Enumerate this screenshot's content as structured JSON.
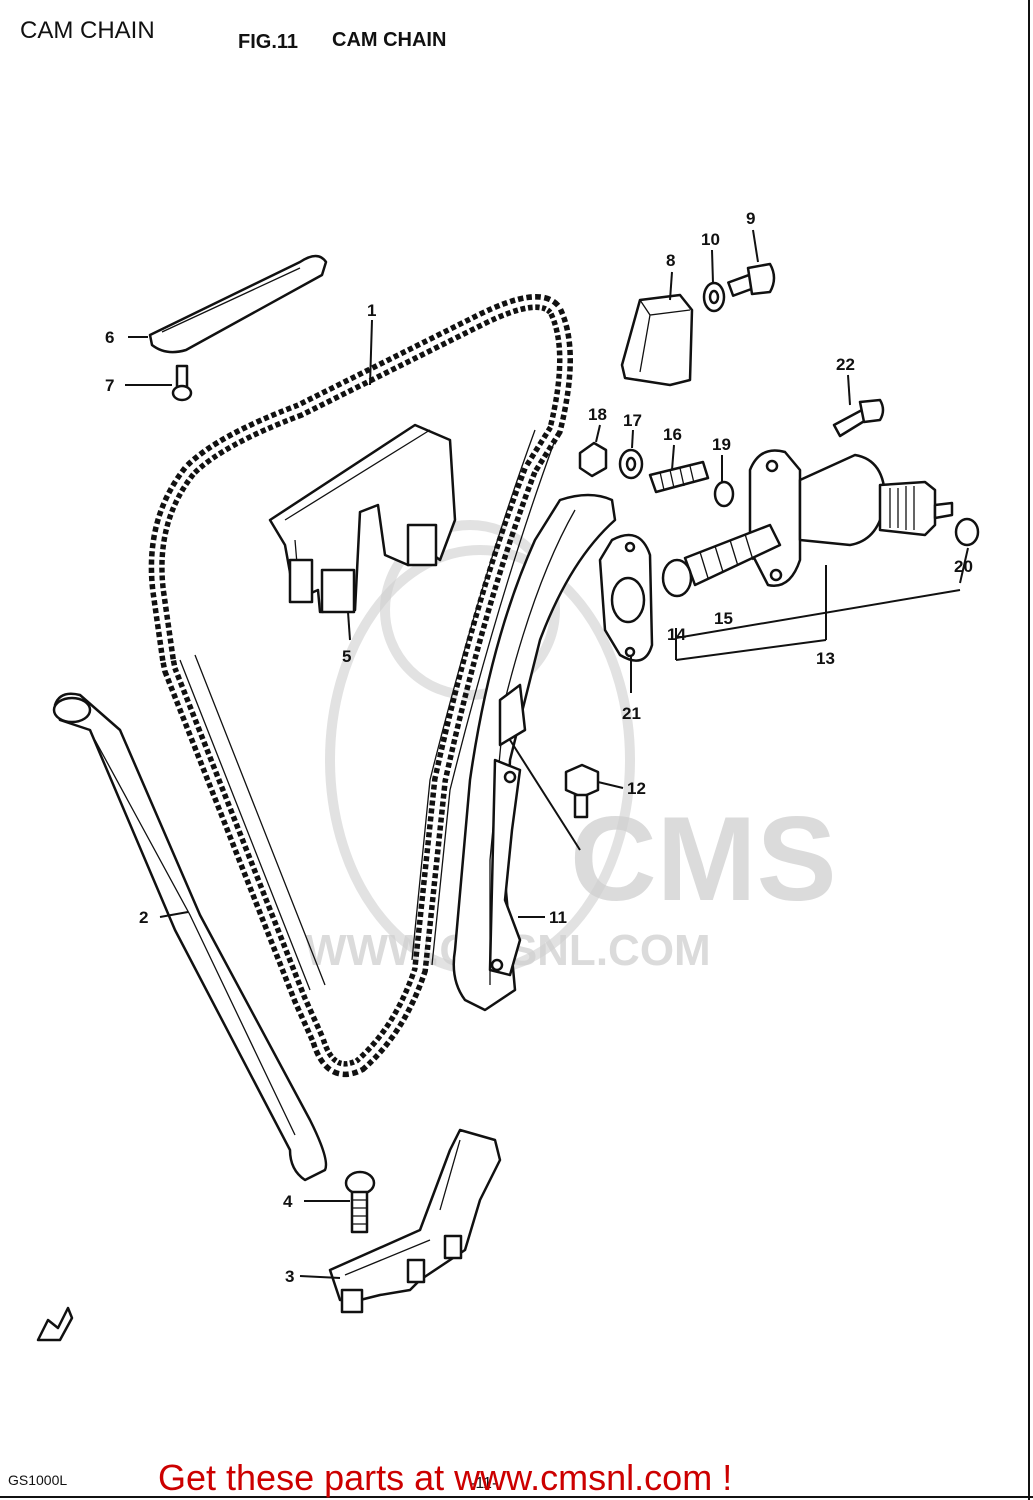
{
  "header": {
    "breadcrumb": "CAM CHAIN",
    "figure_label": "FIG.11",
    "figure_title": "CAM CHAIN"
  },
  "diagram": {
    "callouts": [
      "1",
      "2",
      "3",
      "4",
      "5",
      "6",
      "7",
      "8",
      "9",
      "10",
      "11",
      "12",
      "13",
      "14",
      "15",
      "16",
      "17",
      "18",
      "19",
      "20",
      "21",
      "22"
    ]
  },
  "watermark": {
    "brand": "CMS",
    "url": "WWW.CMSNL.COM"
  },
  "footer": {
    "model": "GS1000L",
    "page_code": "-11-",
    "promo": "Get these parts at www.cmsnl.com !"
  }
}
